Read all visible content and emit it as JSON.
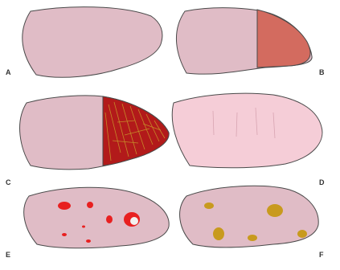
{
  "panels": [
    {
      "label": "A"
    },
    {
      "label": "B"
    },
    {
      "label": "C"
    },
    {
      "label": "D"
    },
    {
      "label": "E"
    },
    {
      "label": "F"
    }
  ],
  "colors": {
    "base_fill": "#e0bcc6",
    "light_fill": "#f5cdd7",
    "outline": "#4a4a4a",
    "salmon": "#d36b5f",
    "dark_red": "#b21a1a",
    "streak_gold": "#c8962a",
    "spot_red": "#e82020",
    "spot_center": "#f2f0ee",
    "spot_gold": "#c89a1e"
  }
}
